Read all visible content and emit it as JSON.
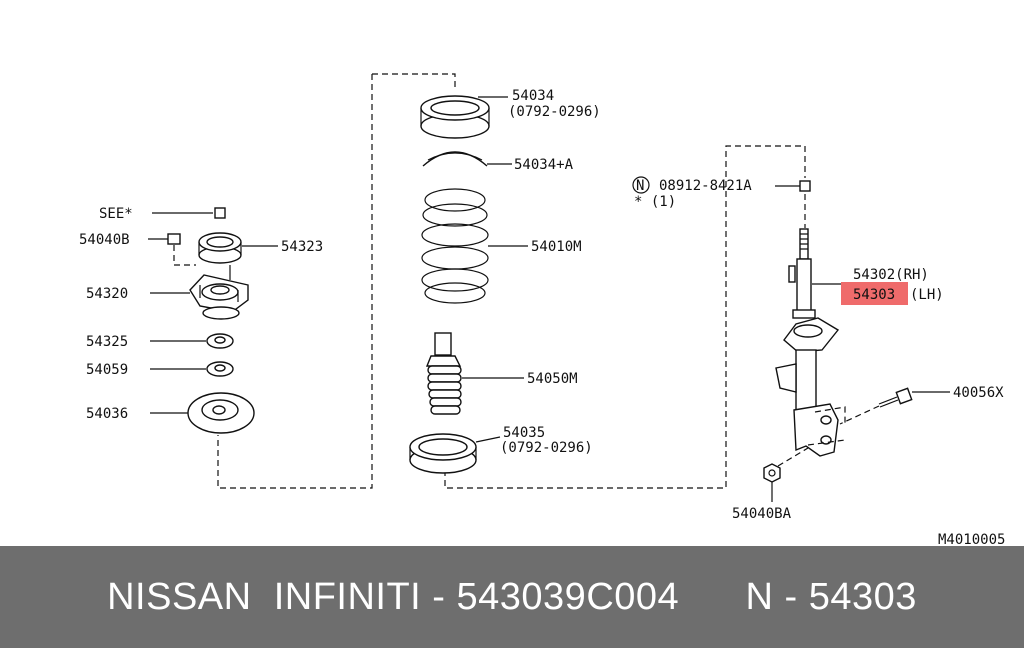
{
  "diagram": {
    "labels": {
      "p54034": "54034",
      "p54034_date": "(0792-0296)",
      "p54034A": "54034+A",
      "p08912_prefix": "N",
      "p08912": "08912-8421A",
      "p08912_qty": "* (1)",
      "p54010M": "54010M",
      "see": "SEE*",
      "p54040B": "54040B",
      "p54323": "54323",
      "p54320": "54320",
      "p54325": "54325",
      "p54059": "54059",
      "p54036": "54036",
      "p54050M": "54050M",
      "p54035": "54035",
      "p54035_date": "(0792-0296)",
      "p54302": "54302(RH)",
      "p54303": "54303",
      "p54303_side": "(LH)",
      "p40056X": "40056X",
      "p54040BA": "54040BA",
      "ref_code": "M4010005"
    },
    "highlight_color": "#ef6b6b"
  },
  "footer": {
    "text": "NISSAN  INFINITI - 543039C004      N - 54303",
    "background": "#6e6e6e"
  }
}
